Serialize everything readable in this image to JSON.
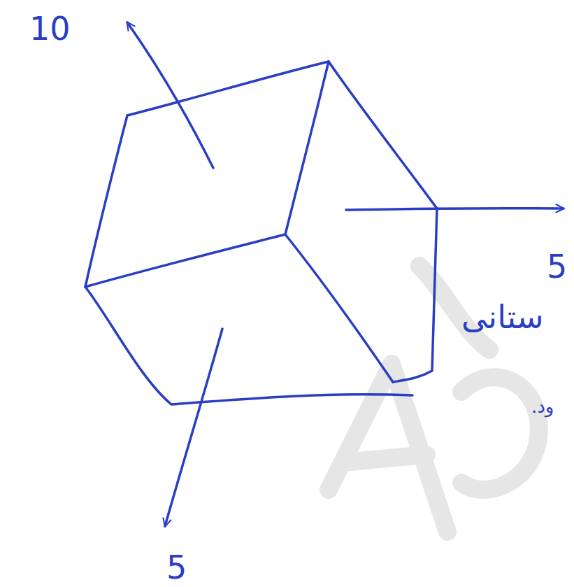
{
  "diagram": {
    "labels": [
      "10",
      "5",
      "5",
      "ستانی",
      "ود."
    ]
  }
}
